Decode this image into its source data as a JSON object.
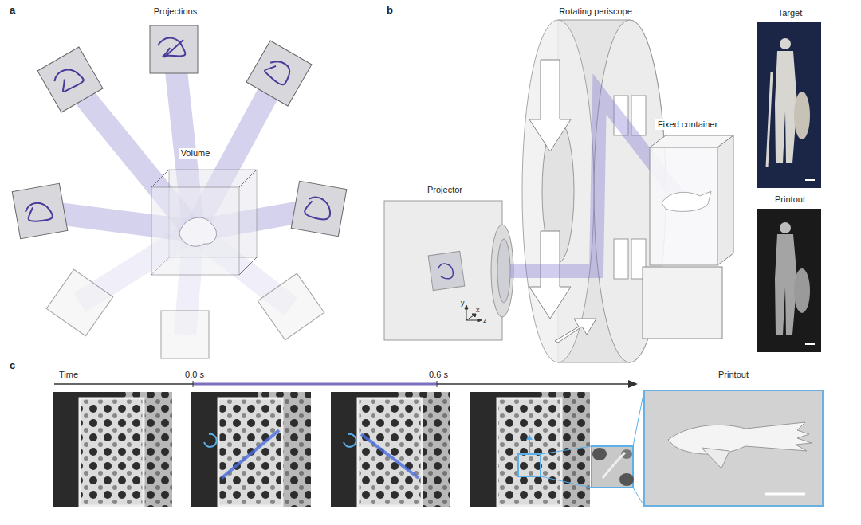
{
  "diagram": {
    "nodes": [
      {
        "text": [
          "Volume"
        ]
      },
      {
        "text": [
          "Fixed container"
        ]
      },
      {
        "text": [
          "Target"
        ]
      },
      {
        "text": [
          "Printout"
        ]
      },
      {
        "text": [
          "Printout"
        ]
      }
    ],
    "labels": [
      "a",
      "Projections",
      "b",
      "Rotating periscope",
      "Projector",
      "y",
      "x",
      "z",
      "c",
      "Time",
      "0.0 s",
      "0.6 s"
    ]
  }
}
